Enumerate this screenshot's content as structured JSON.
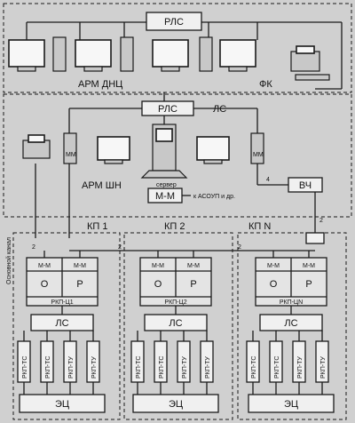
{
  "labels": {
    "rls_top": "РЛС",
    "arm_dnc": "АРМ ДНЦ",
    "fk": "ФК",
    "rls_mid": "РЛС",
    "ls_top": "ЛС",
    "server": "сервер",
    "mm_server": "М-М",
    "asoup": "к АСОУП и др.",
    "arm_shn": "АРМ ШН",
    "vch": "ВЧ",
    "num4": "4",
    "num2": "2",
    "kp1": "КП 1",
    "kp2": "КП 2",
    "kpn": "КП N",
    "main_channel": "Основной канал",
    "mm": "М-М",
    "o": "О",
    "r": "Р",
    "rkp_c1": "РКП-Ц1",
    "rkp_c2": "РКП-Ц2",
    "rkp_cn": "РКП-ЦN",
    "ls": "ЛС",
    "ec": "ЭЦ",
    "rkp_ts": "РКП-ТС",
    "rkp_tu": "РКП-ТУ"
  }
}
